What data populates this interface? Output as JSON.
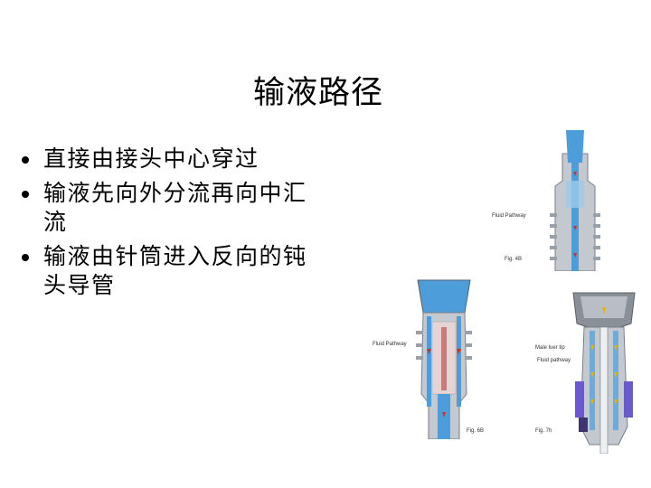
{
  "slide": {
    "title": "输液路径",
    "bullets": [
      "直接由接头中心穿过",
      "输液先向外分流再向中汇流",
      "输液由针筒进入反向的钝头导管"
    ]
  },
  "figures": {
    "fig_top": {
      "label_pathway": "Fluid Pathway",
      "caption": "Fig. 4B"
    },
    "fig_left": {
      "label_pathway": "Fluid Pathway",
      "caption": "Fig. 6B"
    },
    "fig_right": {
      "label_tip": "Male luer tip",
      "label_pathway": "Fluid pathway",
      "caption": "Fig. 7h"
    }
  },
  "colors": {
    "fluid_blue": "#4d9ddb",
    "body_gray": "#b9bec6",
    "dark_gray": "#6d737c",
    "arrow_red": "#c0392b",
    "arrow_yellow": "#e8b400",
    "purple": "#6a5acd"
  }
}
